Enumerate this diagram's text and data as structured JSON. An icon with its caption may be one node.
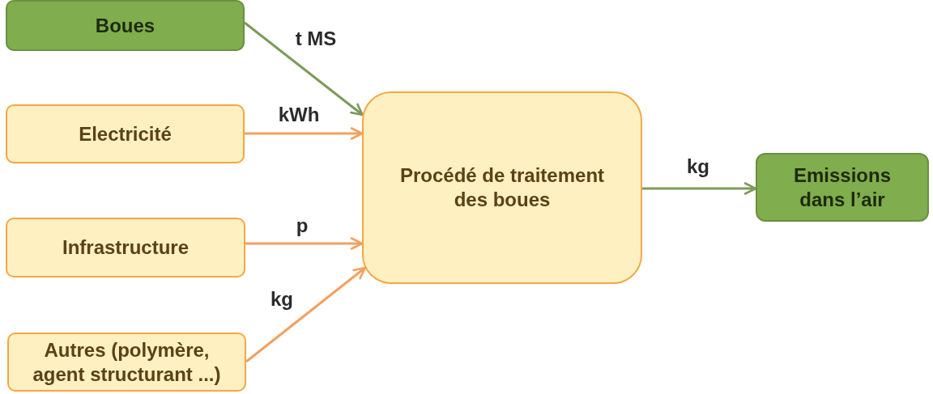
{
  "diagram": {
    "nodes": [
      {
        "text": [
          "Boues"
        ]
      },
      {
        "text": [
          "Electricité"
        ]
      },
      {
        "text": [
          "Infrastructure"
        ]
      },
      {
        "text": [
          "Autres (polymère, agent structurant ...)"
        ]
      },
      {
        "text": [
          "Procédé de traitement des boues"
        ]
      },
      {
        "text": [
          "Emissions dans l’air"
        ]
      }
    ],
    "edges": [
      {
        "from": 0,
        "to": 4,
        "arrow": "to",
        "label": "t MS",
        "color": "#7d9b5b"
      },
      {
        "from": 1,
        "to": 4,
        "arrow": "to",
        "label": "kWh"
      },
      {
        "from": 2,
        "to": 4,
        "arrow": "to",
        "label": "p"
      },
      {
        "from": 3,
        "to": 4,
        "arrow": "to",
        "label": "kg"
      },
      {
        "from": 4,
        "to": 5,
        "arrow": "to",
        "label": "kg",
        "color": "#7d9b5b"
      }
    ]
  }
}
